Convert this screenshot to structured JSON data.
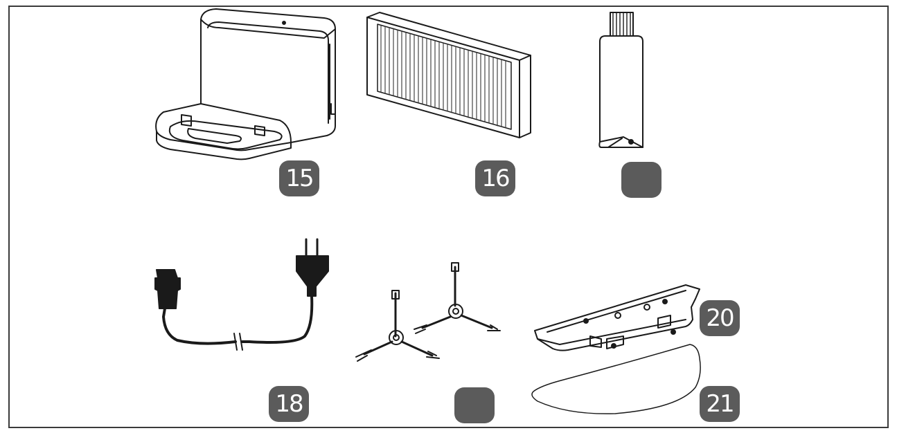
{
  "page": {
    "background_color": "#ffffff",
    "border_color": "#3a3a3a",
    "badge_color": "#5b5b5b",
    "badge_text_color": "#ffffff"
  },
  "items": [
    {
      "id": "charging-dock",
      "number": "15"
    },
    {
      "id": "hepa-filter",
      "number": "16"
    },
    {
      "id": "cleaning-brush-bottle",
      "number": ""
    },
    {
      "id": "power-cable",
      "number": "18"
    },
    {
      "id": "side-brushes",
      "number": ""
    },
    {
      "id": "mop-holder",
      "number": "20"
    },
    {
      "id": "mop-pad",
      "number": "21"
    }
  ]
}
